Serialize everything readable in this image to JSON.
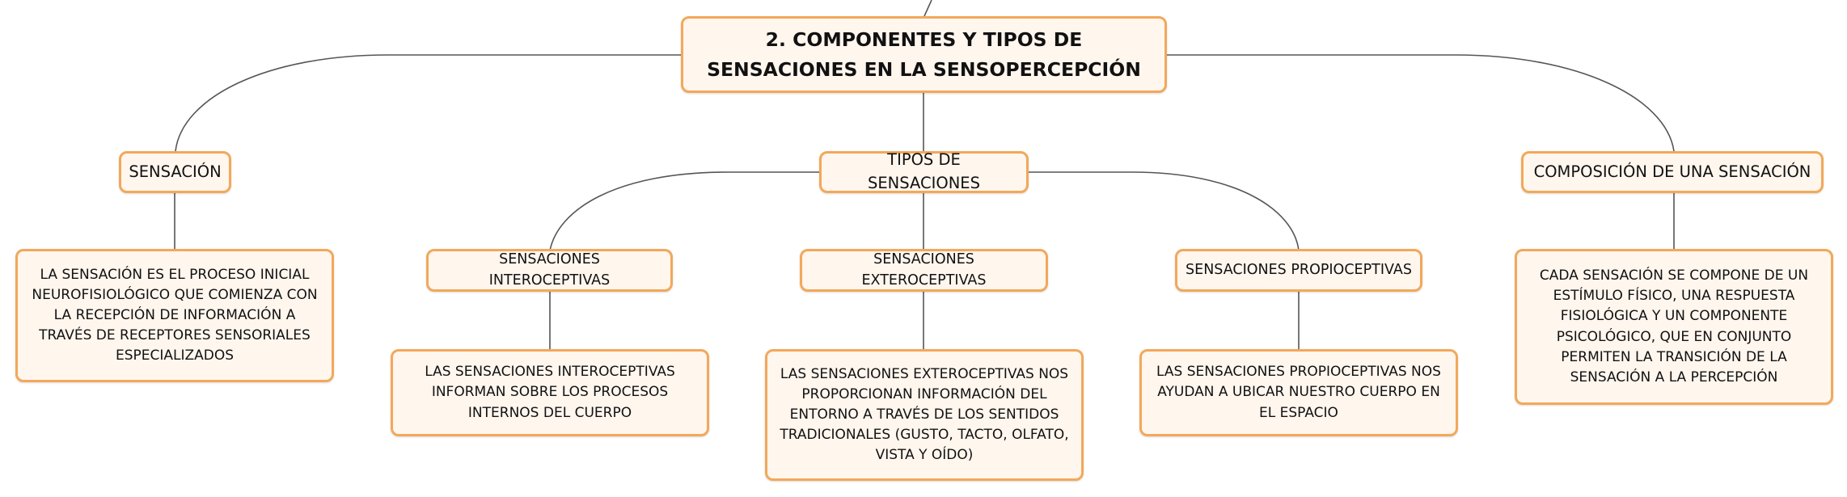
{
  "diagram": {
    "root": {
      "text": "2. COMPONENTES Y TIPOS DE SENSACIONES EN LA SENSOPERCEPCIÓN"
    },
    "branches": [
      {
        "label": "SENSACIÓN",
        "detail": "LA SENSACIÓN ES EL PROCESO INICIAL NEUROFISIOLÓGICO QUE COMIENZA CON LA RECEPCIÓN DE INFORMACIÓN A TRAVÉS DE RECEPTORES SENSORIALES ESPECIALIZADOS"
      },
      {
        "label": "TIPOS DE SENSACIONES",
        "children": [
          {
            "label": "SENSACIONES INTEROCEPTIVAS",
            "detail": "LAS SENSACIONES INTEROCEPTIVAS INFORMAN SOBRE LOS PROCESOS INTERNOS DEL CUERPO"
          },
          {
            "label": "SENSACIONES EXTEROCEPTIVAS",
            "detail": "LAS SENSACIONES EXTEROCEPTIVAS NOS PROPORCIONAN INFORMACIÓN DEL ENTORNO A TRAVÉS DE LOS SENTIDOS TRADICIONALES (GUSTO, TACTO, OLFATO, VISTA Y OÍDO)"
          },
          {
            "label": "SENSACIONES PROPIOCEPTIVAS",
            "detail": "LAS SENSACIONES PROPIOCEPTIVAS NOS AYUDAN A UBICAR NUESTRO CUERPO EN EL ESPACIO"
          }
        ]
      },
      {
        "label": "COMPOSICIÓN DE UNA SENSACIÓN",
        "detail": "CADA SENSACIÓN SE COMPONE DE UN ESTÍMULO FÍSICO, UNA RESPUESTA FISIOLÓGICA Y UN COMPONENTE PSICOLÓGICO, QUE EN CONJUNTO PERMITEN LA TRANSICIÓN DE LA SENSACIÓN A LA PERCEPCIÓN"
      }
    ]
  },
  "colors": {
    "node_fill": "#fff6ee",
    "node_border": "#f3a85a",
    "link": "#555555"
  }
}
